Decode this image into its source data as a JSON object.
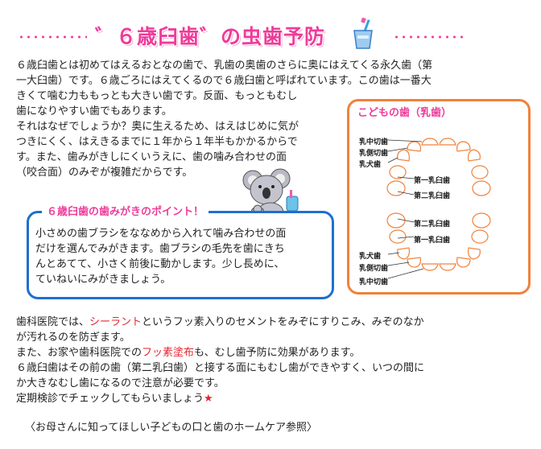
{
  "header": {
    "title": "゛６歳臼歯゛の虫歯予防"
  },
  "intro_lines": [
    "６歳臼歯とは初めてはえるおとなの歯で、乳歯の奥歯のさらに奥にはえてくる永久歯（第",
    "一大臼歯）です。６歳ごろにはえてくるので６歳臼歯と呼ばれています。この歯は一番大",
    "きくて噛む力ももっとも大きい歯です。反面、もっともむし",
    "歯になりやすい歯でもあります。",
    "それはなぜでしょうか？奥に生えるため、はえはじめに気が",
    "つきにくく、はえきるまでに１年から１年半もかかるからで",
    "す。また、歯みがきしにくいうえに、歯の噛み合わせの面",
    "（咬合面）のみぞが複雑だからです。"
  ],
  "point_box": {
    "title": "６歳臼歯の歯みがきのポイント！",
    "lines": [
      "小さめの歯ブラシをななめから入れて噛み合わせの面",
      "だけを選んでみがきます。歯ブラシの毛先を歯にきち",
      "んとあてて、小さく前後に動かします。少し長めに、",
      "ていねいにみがきましょう。"
    ]
  },
  "kids_teeth": {
    "title": "こどもの歯（乳歯）",
    "upper_labels": [
      "乳中切歯",
      "乳側切歯",
      "乳犬歯",
      "第一乳臼歯",
      "第二乳臼歯"
    ],
    "lower_labels": [
      "第二乳臼歯",
      "第一乳臼歯",
      "乳犬歯",
      "乳側切歯",
      "乳中切歯"
    ],
    "tooth_color": "#f0823c"
  },
  "bottom": {
    "line1_a": "歯科医院では、",
    "line1_red": "シーラント",
    "line1_b": "というフッ素入りのセメントをみぞにすりこみ、みぞのなか",
    "line2": "が汚れるのを防ぎます。",
    "line3_a": "また、お家や歯科医院での",
    "line3_red": "フッ素塗布",
    "line3_b": "も、むし歯予防に効果があります。",
    "line4": "６歳臼歯はその前の歯（第二乳臼歯）と接する面にもむし歯ができやすく、いつの間に",
    "line5": "か大きなむし歯になるので注意が必要です。",
    "line6": "定期検診でチェックしてもらいましょう",
    "star": "★"
  },
  "footer": "〈お母さんに知ってほしい子どもの口と歯のホームケア参照〉",
  "colors": {
    "pink": "#ee3c9a",
    "blue": "#1e6fce",
    "orange": "#f0823c",
    "red": "#e8232e"
  }
}
